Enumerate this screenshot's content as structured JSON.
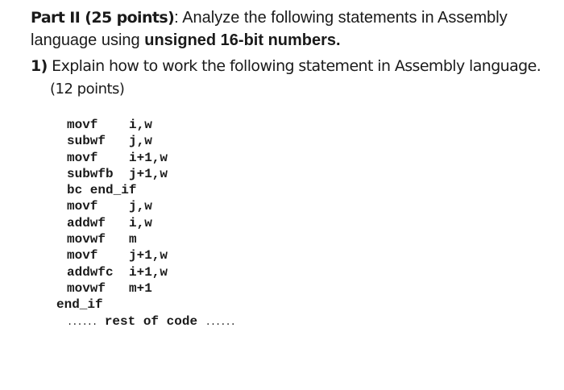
{
  "header": {
    "part_label": "Part II (25 points)",
    "intro_colon": ": ",
    "intro_text": "Analyze the following statements in Assembly",
    "line2_prefix": "language using ",
    "line2_bold": "unsigned 16-bit numbers."
  },
  "question": {
    "number": "1)",
    "text": " Explain how to work the following statement in Assembly language.",
    "points": "(12 points)"
  },
  "code": [
    {
      "op": "movf",
      "arg": "i,w"
    },
    {
      "op": "subwf",
      "arg": "j,w"
    },
    {
      "op": "movf",
      "arg": "i+1,w"
    },
    {
      "op": "subwfb",
      "arg": "j+1,w"
    },
    {
      "op": "bc end_if",
      "arg": ""
    },
    {
      "op": "movf",
      "arg": "j,w"
    },
    {
      "op": "addwf",
      "arg": "i,w"
    },
    {
      "op": "movwf",
      "arg": "m"
    },
    {
      "op": "movf",
      "arg": "j+1,w"
    },
    {
      "op": "addwfc",
      "arg": "i+1,w"
    },
    {
      "op": "movwf",
      "arg": "m+1"
    }
  ],
  "label": "end_if",
  "rest": {
    "dots_before": "......",
    "text": " rest of code ",
    "dots_after": "......"
  }
}
